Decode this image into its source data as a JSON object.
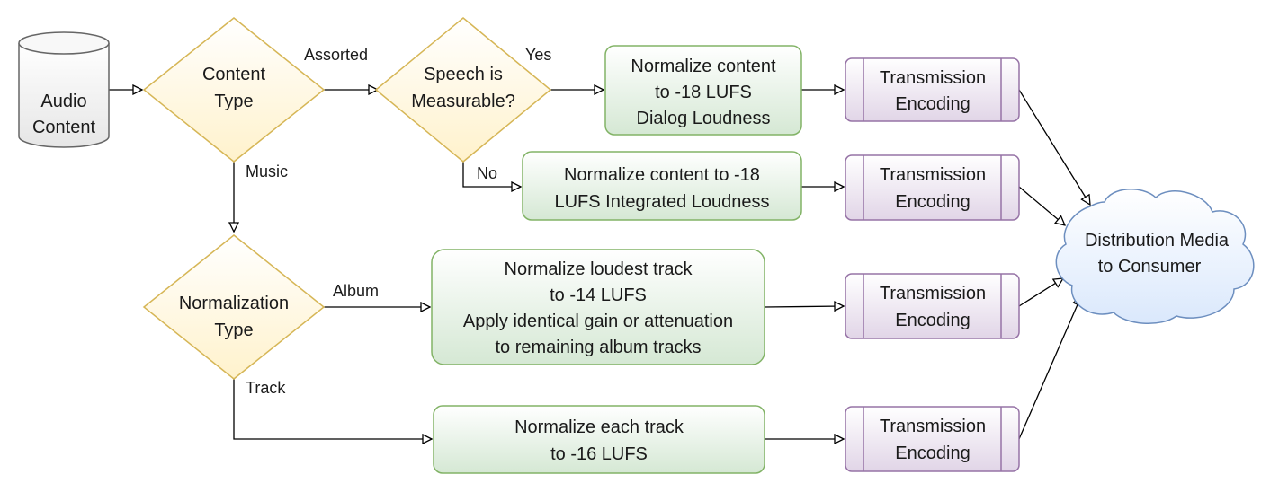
{
  "nodes": {
    "audio_content": [
      "Audio",
      "Content"
    ],
    "content_type": [
      "Content",
      "Type"
    ],
    "speech_measurable": [
      "Speech is",
      "Measurable?"
    ],
    "norm_dialog": [
      "Normalize content",
      "to -18 LUFS",
      "Dialog Loudness"
    ],
    "norm_integrated": [
      "Normalize content to -18",
      "LUFS Integrated Loudness"
    ],
    "normalization_type": [
      "Normalization",
      "Type"
    ],
    "norm_album": [
      "Normalize loudest track",
      "to -14 LUFS",
      "Apply identical gain or attenuation",
      "to remaining album tracks"
    ],
    "norm_track": [
      "Normalize each track",
      "to -16 LUFS"
    ],
    "tx1": [
      "Transmission",
      "Encoding"
    ],
    "tx2": [
      "Transmission",
      "Encoding"
    ],
    "tx3": [
      "Transmission",
      "Encoding"
    ],
    "tx4": [
      "Transmission",
      "Encoding"
    ],
    "distribution": [
      "Distribution Media",
      "to Consumer"
    ]
  },
  "edge_labels": {
    "assorted": "Assorted",
    "yes": "Yes",
    "no": "No",
    "music": "Music",
    "album": "Album",
    "track": "Track"
  },
  "colors": {
    "cylinder_fill": "#f5f5f5",
    "cylinder_stroke": "#666666",
    "diamond_fill": "#fff2cc",
    "diamond_stroke": "#d6b656",
    "green_top": "#ffffff",
    "green_bottom": "#d5e8d4",
    "green_stroke": "#82b366",
    "purple_fill": "#e1d5e7",
    "purple_stroke": "#9673a6",
    "cloud_fill": "#dae8fc",
    "cloud_stroke": "#6c8ebf"
  }
}
